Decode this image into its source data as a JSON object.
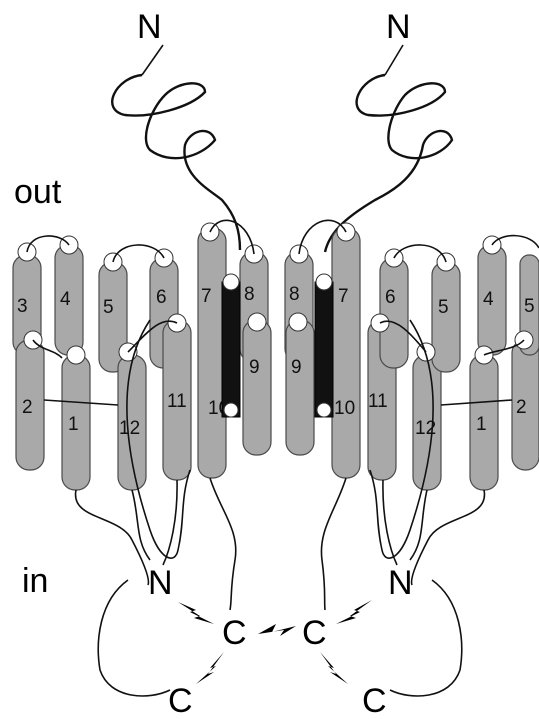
{
  "labels": {
    "outside": "out",
    "inside": "in",
    "n_terminus": "N",
    "c_terminus": "C"
  },
  "left_subunit": {
    "helices": [
      "3",
      "4",
      "5",
      "6",
      "7",
      "8",
      "1",
      "2",
      "12",
      "11",
      "10",
      "9"
    ]
  },
  "right_subunit": {
    "helices": [
      "8",
      "7",
      "6",
      "5",
      "4",
      "5",
      "9",
      "10",
      "11",
      "12",
      "1",
      "2"
    ]
  },
  "colors": {
    "helix_fill": "#a9a9a9",
    "pore_segment": "#111111",
    "lines": "#111111",
    "background": "#ffffff"
  }
}
